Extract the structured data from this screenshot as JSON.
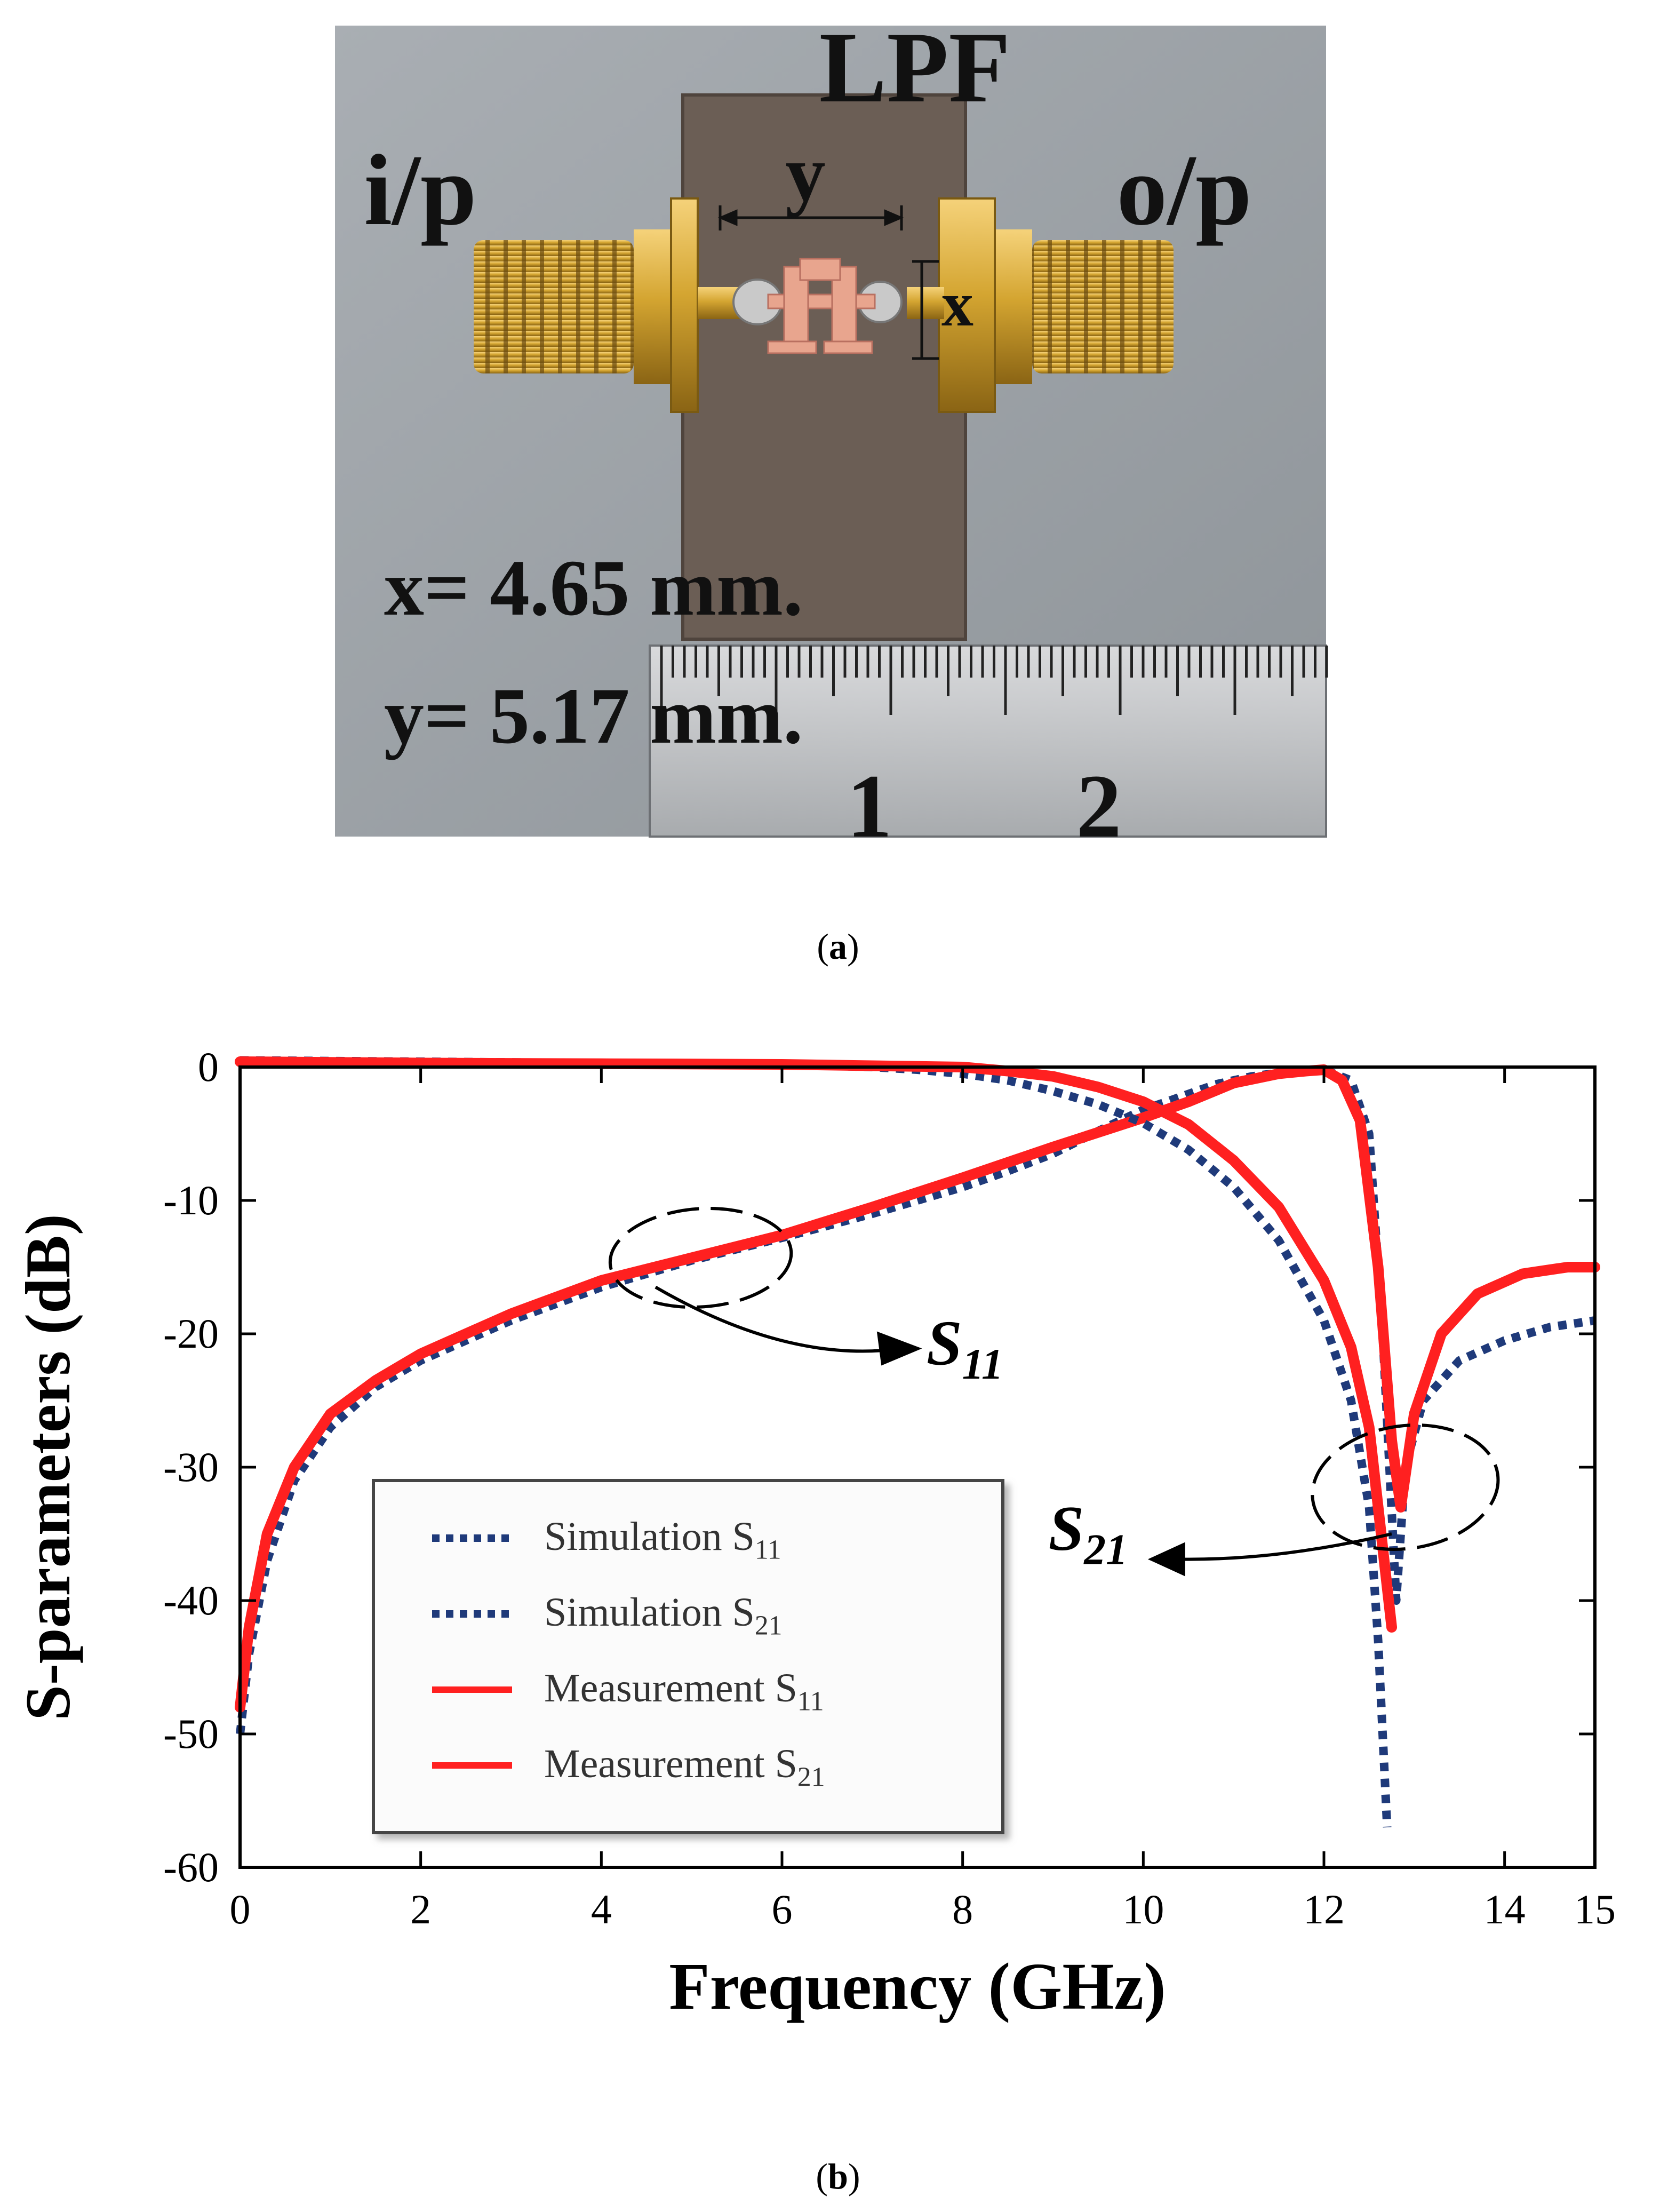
{
  "photo": {
    "title_label": "LPF",
    "input_label": "i/p",
    "output_label": "o/p",
    "dim_y_label": "y",
    "dim_x_label": "x",
    "dim_x_text": "x= 4.65 mm.",
    "dim_y_text": "y= 5.17 mm.",
    "ruler_labels": [
      "1",
      "2"
    ],
    "colors": {
      "background": "#9aa0a6",
      "substrate": "#6b5e55",
      "connector": "#d4a531",
      "copper": "#e8a58e"
    }
  },
  "captions": {
    "a": "a",
    "b": "b"
  },
  "chart_data": {
    "type": "line",
    "xlabel": "Frequency (GHz)",
    "ylabel": "S-parameters (dB)",
    "xlim": [
      0,
      15
    ],
    "ylim": [
      -60,
      0
    ],
    "xticks": [
      0,
      2,
      4,
      6,
      8,
      10,
      12,
      14,
      15
    ],
    "yticks": [
      0,
      -10,
      -20,
      -30,
      -40,
      -50,
      -60
    ],
    "grid": false,
    "legend_position": "lower-left",
    "legend": [
      {
        "label": "Simulation S",
        "sub": "11",
        "style": "dotted",
        "color": "#1f3a7a"
      },
      {
        "label": "Simulation S",
        "sub": "21",
        "style": "dotted",
        "color": "#1f3a7a"
      },
      {
        "label": "Measurement S",
        "sub": "11",
        "style": "solid",
        "color": "#ff2020"
      },
      {
        "label": "Measurement S",
        "sub": "21",
        "style": "solid",
        "color": "#ff2020"
      }
    ],
    "annotations": [
      {
        "label": "S",
        "sub": "11"
      },
      {
        "label": "S",
        "sub": "21"
      }
    ],
    "series": [
      {
        "style": "dotted",
        "color": "#1f3a7a",
        "x": [
          0,
          0.1,
          0.3,
          0.6,
          1,
          1.5,
          2,
          3,
          4,
          5,
          6,
          7,
          8,
          8.5,
          9,
          9.5,
          10,
          10.3
        ],
        "y": [
          -50,
          -44,
          -37,
          -31,
          -27,
          -24,
          -22,
          -19,
          -16.5,
          -14.5,
          -12.8,
          -11,
          -9,
          -7.8,
          -6.5,
          -4.8,
          -3.2,
          -2.5
        ]
      },
      {
        "style": "dotted",
        "color": "#1f3a7a",
        "x": [
          10.3,
          10.8,
          11.2,
          11.6,
          12,
          12.3,
          12.5,
          12.65,
          12.8,
          12.9,
          13.1,
          13.5,
          14,
          14.5,
          15
        ],
        "y": [
          -2.5,
          -1.3,
          -0.7,
          -0.35,
          -0.2,
          -1,
          -5,
          -20,
          -40,
          -30,
          -25,
          -22,
          -20.5,
          -19.5,
          -19
        ]
      },
      {
        "style": "solid",
        "color": "#ff2020",
        "x": [
          0,
          0.1,
          0.3,
          0.6,
          1,
          1.5,
          2,
          3,
          4,
          5,
          6,
          7,
          8,
          9,
          10,
          10.5
        ],
        "y": [
          -48,
          -42,
          -35,
          -30,
          -26,
          -23.5,
          -21.5,
          -18.5,
          -16,
          -14.3,
          -12.6,
          -10.5,
          -8.3,
          -6,
          -3.8,
          -2.6
        ]
      },
      {
        "style": "solid",
        "color": "#ff2020",
        "x": [
          10.5,
          11,
          11.5,
          11.8,
          12,
          12.2,
          12.4,
          12.6,
          12.75,
          12.85,
          13,
          13.3,
          13.7,
          14.2,
          14.7,
          15
        ],
        "y": [
          -2.6,
          -1.2,
          -0.5,
          -0.3,
          -0.2,
          -1,
          -4,
          -15,
          -28,
          -33,
          -26,
          -20,
          -17,
          -15.5,
          -15,
          -15
        ]
      },
      {
        "style": "dotted",
        "color": "#1f3a7a",
        "x": [
          0,
          2,
          4,
          6,
          7,
          7.5,
          8,
          8.5,
          9,
          9.5,
          10,
          10.5,
          11,
          11.5,
          12,
          12.3,
          12.5,
          12.6,
          12.7
        ],
        "y": [
          0.5,
          0.4,
          0.3,
          0.2,
          0,
          -0.2,
          -0.5,
          -1,
          -1.8,
          -2.8,
          -4.2,
          -6.2,
          -9,
          -13,
          -19,
          -25,
          -33,
          -43,
          -57
        ]
      },
      {
        "style": "solid",
        "color": "#ff2020",
        "x": [
          0,
          2,
          4,
          6,
          8,
          8.5,
          9,
          9.5,
          10,
          10.5,
          11,
          11.5,
          12,
          12.3,
          12.5,
          12.6,
          12.7,
          12.75
        ],
        "y": [
          0.4,
          0.3,
          0.25,
          0.2,
          0,
          -0.3,
          -0.7,
          -1.5,
          -2.6,
          -4.3,
          -7,
          -10.5,
          -16,
          -21,
          -27,
          -33,
          -39,
          -42
        ]
      }
    ]
  }
}
